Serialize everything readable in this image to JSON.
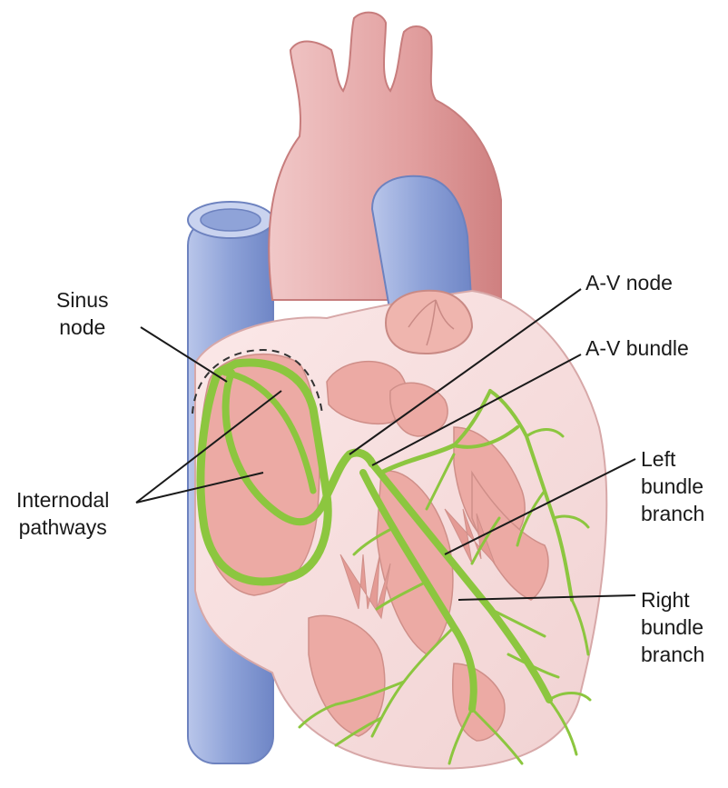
{
  "labels": {
    "sinus_node": [
      "Sinus",
      "node"
    ],
    "internodal_pathways": [
      "Internodal",
      "pathways"
    ],
    "av_node": "A-V node",
    "av_bundle": "A-V bundle",
    "left_bundle_branch": [
      "Left",
      "bundle",
      "branch"
    ],
    "right_bundle_branch": [
      "Right",
      "bundle",
      "branch"
    ]
  },
  "colors": {
    "aorta": "#e3a3a3",
    "vena_cava": "#8fa6d6",
    "heart_outer": "#f6dcdc",
    "chamber": "#ecaaa4",
    "conduction": "#8cc63f",
    "line": "#1a1a1a"
  }
}
